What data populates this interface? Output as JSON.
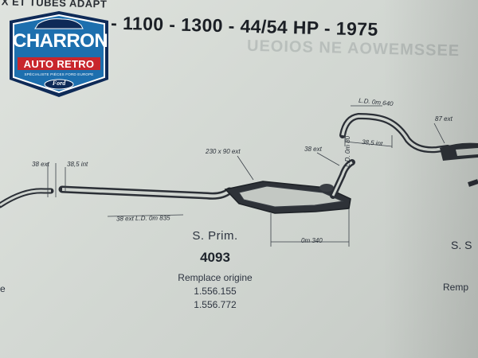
{
  "header": {
    "prefix": "X ET TUBES ADAPT",
    "title": "- 1100 - 1300 - 44/54 HP - 1975"
  },
  "logo": {
    "line1": "CHARRON",
    "line2": "AUTO RETRO",
    "tagline": "SPÉCIALISTE PIÈCES FORD EUROPE",
    "brand": "Ford",
    "colors": {
      "blue": "#1d6fae",
      "red": "#c8262c",
      "navy": "#0e2a57"
    }
  },
  "dimensions": {
    "d38_ext_left": "38 ext",
    "d38_5_int_left": "38,5 int",
    "d38_ext_ld835": "38 ext  L.D. 0m 835",
    "d230x90": "230 x 90 ext",
    "d38_ext_mid": "38 ext",
    "d_ld_080": "L.D. 0m 80",
    "d_0340": "0m 340",
    "d_ld_640": "L.D. 0m 640",
    "d38_5_int_right": "38,5 int",
    "d87_ext": "87 ext"
  },
  "part_center": {
    "label": "S. Prim.",
    "number": "4093",
    "replace": "Remplace origine",
    "refs": [
      "1.556.155",
      "1.556.772"
    ]
  },
  "part_right_partial": {
    "label": "S. S",
    "replace": "Remp"
  },
  "left_edge": "e"
}
